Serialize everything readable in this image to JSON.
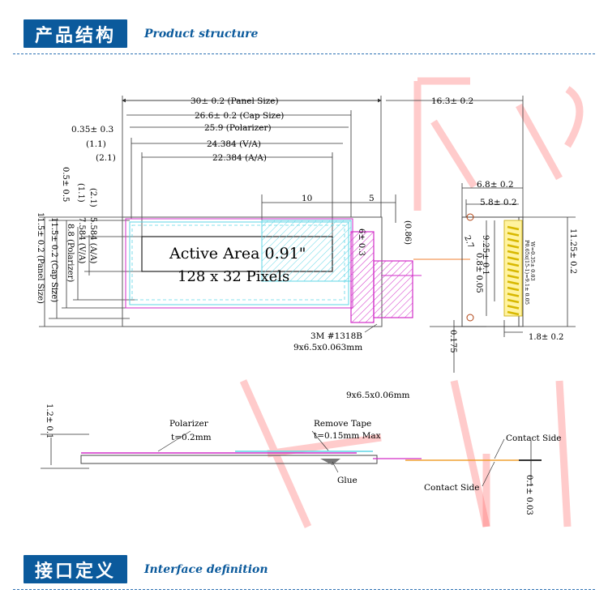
{
  "header_top": {
    "cn_title": "产品结构",
    "en_title": "Product structure"
  },
  "header_bottom": {
    "cn_title": "接口定义",
    "en_title": "Interface definition"
  },
  "dims": {
    "panel_size": "30± 0.2 (Panel Size)",
    "cap_size": "26.6± 0.2 (Cap Size)",
    "polarizer": "25.9 (Polarizer)",
    "va": "24.384 (V/A)",
    "aa": "22.384 (A/A)",
    "left_035": "0.35± 0.3",
    "left_11": "(1.1)",
    "left_21": "(2.1)",
    "right_163": "16.3± 0.2",
    "fpc_68": "6.8± 0.2",
    "fpc_58": "5.8± 0.2",
    "dim_10": "10",
    "dim_5": "5",
    "v_05": "0.5± 0.5",
    "v_11": "(1.1)",
    "v_21": "(2.1)",
    "v_5584": "5.584 (A/A)",
    "v_7584": "7.584 (V/A)",
    "v_88": "8.8 (Polarizer)",
    "v_115": "11.5± 0.2 (Cap Size)",
    "v_1150": "11.5± 0.2 (Panel Size)",
    "v_6": "6± 0.3",
    "v_086": "(0.86)",
    "v_27": "2.7",
    "v_08": "0.8± 0.05",
    "v_925": "9.25± 0.1",
    "v_1125": "11.25± 0.2",
    "v_0175": "0.175",
    "fpc_pitch": "P0.65x(15-1)=9.1± 0.05",
    "fpc_w": "W=0.35± 0.03",
    "fpc_18": "1.8± 0.2",
    "side_12": "1.2± 0.1",
    "side_01": "0.1± 0.03"
  },
  "labels": {
    "active_area_line1": "Active Area 0.91\"",
    "active_area_line2": "128 x 32 Pixels",
    "tape_name": "3M #1318B",
    "tape_size": "9x6.5x0.063mm",
    "tape_size_side": "9x6.5x0.06mm",
    "polarizer": "Polarizer",
    "polarizer_t": "t=0.2mm",
    "remove_tape": "Remove Tape",
    "remove_tape_t": "t=0.15mm Max",
    "glue": "Glue",
    "contact_side_right": "Contact Side",
    "contact_side_left": "Contact Side"
  },
  "colors": {
    "brand_blue": "#0b5a9c",
    "cyan": "#5fd6e6",
    "magenta": "#d22ec8",
    "gold": "#f3d400",
    "watermark": "#ff5a5a"
  }
}
